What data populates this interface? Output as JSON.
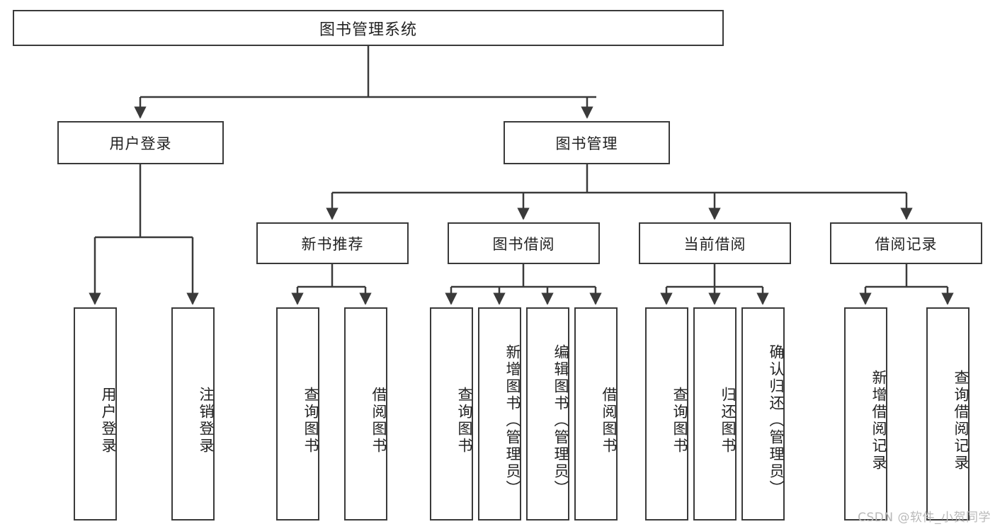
{
  "diagram": {
    "title": "图书管理系统",
    "type": "tree-hierarchy",
    "root": {
      "label": "图书管理系统"
    },
    "level2": [
      {
        "label": "用户登录"
      },
      {
        "label": "图书管理"
      }
    ],
    "level3": [
      {
        "label": "新书推荐"
      },
      {
        "label": "图书借阅"
      },
      {
        "label": "当前借阅"
      },
      {
        "label": "借阅记录"
      }
    ],
    "leaves": {
      "user_login": [
        {
          "label": "用户登录"
        },
        {
          "label": "注销登录"
        }
      ],
      "new_book_recommend": [
        {
          "label": "查询图书"
        },
        {
          "label": "借阅图书"
        }
      ],
      "book_borrow": [
        {
          "label": "查询图书"
        },
        {
          "label": "新增图书（管理员）"
        },
        {
          "label": "编辑图书（管理员）"
        },
        {
          "label": "借阅图书"
        }
      ],
      "current_borrow": [
        {
          "label": "查询图书"
        },
        {
          "label": "归还图书"
        },
        {
          "label": "确认归还（管理员）"
        }
      ],
      "borrow_record": [
        {
          "label": "新增借阅记录"
        },
        {
          "label": "查询借阅记录"
        }
      ]
    },
    "watermark": "CSDN @软件_小贺同学",
    "colors": {
      "stroke": "#3a3a3a",
      "fill": "#ffffff",
      "text": "#222222",
      "watermark": "#b9b9b9"
    }
  }
}
